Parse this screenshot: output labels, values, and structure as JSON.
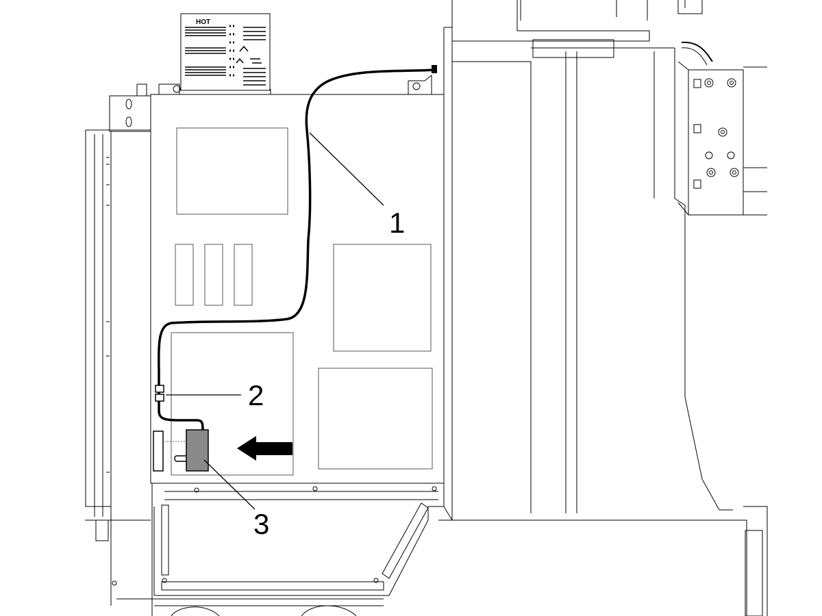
{
  "callouts": [
    {
      "id": "1",
      "label": "1",
      "part": "cable"
    },
    {
      "id": "2",
      "label": "2",
      "part": "cable-clip"
    },
    {
      "id": "3",
      "label": "3",
      "part": "module"
    }
  ],
  "board": {
    "logo_text": "HOT"
  },
  "colors": {
    "line": "#000000",
    "thin_line": "#555555",
    "highlight_fill": "#8a8a8a",
    "background": "#ffffff"
  }
}
